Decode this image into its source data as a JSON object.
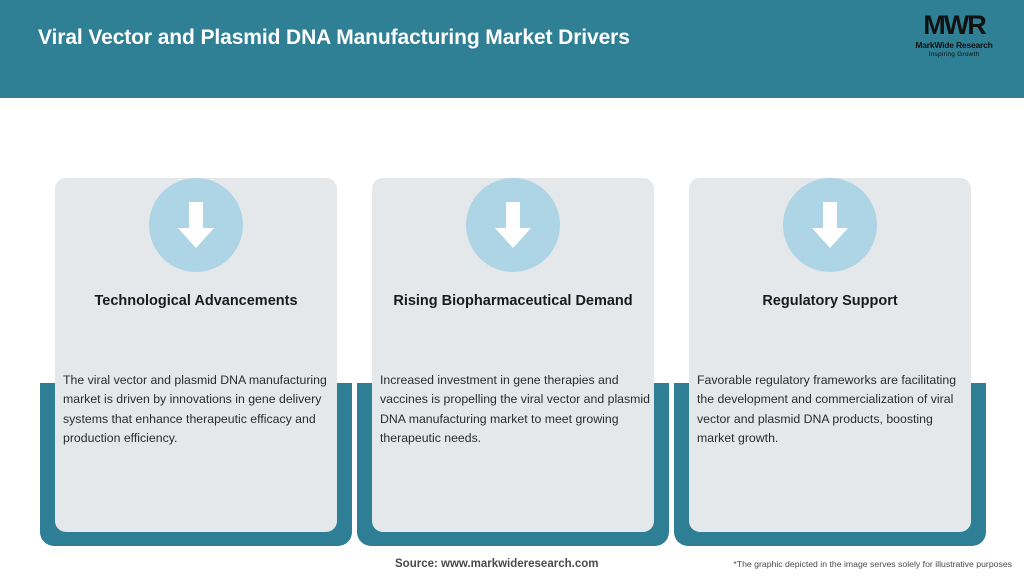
{
  "header": {
    "title": "Viral Vector and Plasmid DNA Manufacturing Market Drivers",
    "bar_color": "#2f7f95",
    "logo": {
      "mark": "MWR",
      "name": "MarkWide Research",
      "tagline": "Inspiring Growth"
    }
  },
  "theme": {
    "teal": "#2e7f96",
    "card_bg": "#e4e8ea",
    "icon_circle": "#aed5e5",
    "icon_arrow": "#ffffff",
    "heading_color": "#1a1a1a",
    "body_color": "#2b2b2b"
  },
  "cards": [
    {
      "icon": "arrow-down-icon",
      "heading": "Technological Advancements",
      "body": "The viral vector and plasmid DNA manufacturing market is driven by innovations in gene delivery systems that enhance therapeutic efficacy and production efficiency."
    },
    {
      "icon": "arrow-down-icon",
      "heading": "Rising Biopharmaceutical Demand",
      "body": "Increased investment in gene therapies and vaccines is propelling the viral vector and plasmid DNA manufacturing market to meet growing therapeutic needs."
    },
    {
      "icon": "arrow-down-icon",
      "heading": "Regulatory Support",
      "body": "Favorable regulatory frameworks are facilitating the development and commercialization of viral vector and plasmid DNA products, boosting market growth."
    }
  ],
  "footer": {
    "source": "Source: www.markwideresearch.com",
    "disclaimer": "*The graphic depicted in the image serves solely for illustrative purposes"
  }
}
